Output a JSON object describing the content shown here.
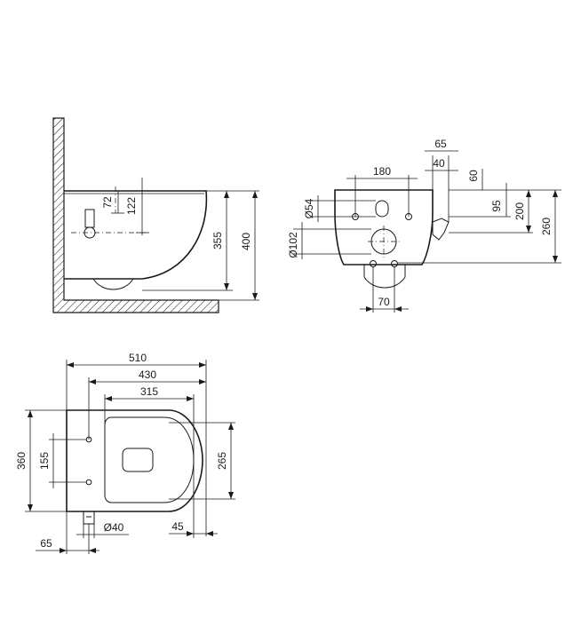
{
  "side_view": {
    "dims": {
      "d72": "72",
      "d122": "122",
      "d355": "355",
      "d400": "400"
    }
  },
  "rear_view": {
    "dims": {
      "d65": "65",
      "d180": "180",
      "d40": "40",
      "d60": "60",
      "d95": "95",
      "d200": "200",
      "d260": "260",
      "d54": "Ø54",
      "d102": "Ø102",
      "d70": "70"
    }
  },
  "top_view": {
    "dims": {
      "d510": "510",
      "d430": "430",
      "d315": "315",
      "d360": "360",
      "d155": "155",
      "d265": "265",
      "d40": "Ø40",
      "d45": "45",
      "d65": "65"
    }
  }
}
